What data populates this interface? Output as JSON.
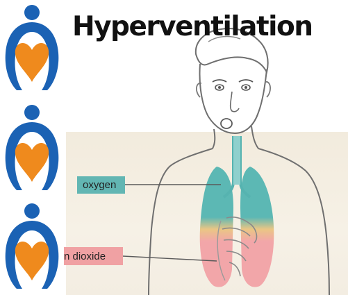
{
  "title": "Hyperventilation",
  "labels": {
    "oxygen": "oxygen",
    "carbon_dioxide": "n dioxide"
  },
  "colors": {
    "logo_blue": "#1b62b4",
    "logo_orange": "#ef8a1d",
    "oxygen_teal": "#62b6b3",
    "co2_pink": "#f0a1a3",
    "lung_teal": "#4fb3b0",
    "lung_pink": "#f2a0a4"
  },
  "icons": [
    "logo-figure-heart-icon",
    "logo-figure-heart-icon",
    "logo-figure-heart-icon"
  ]
}
